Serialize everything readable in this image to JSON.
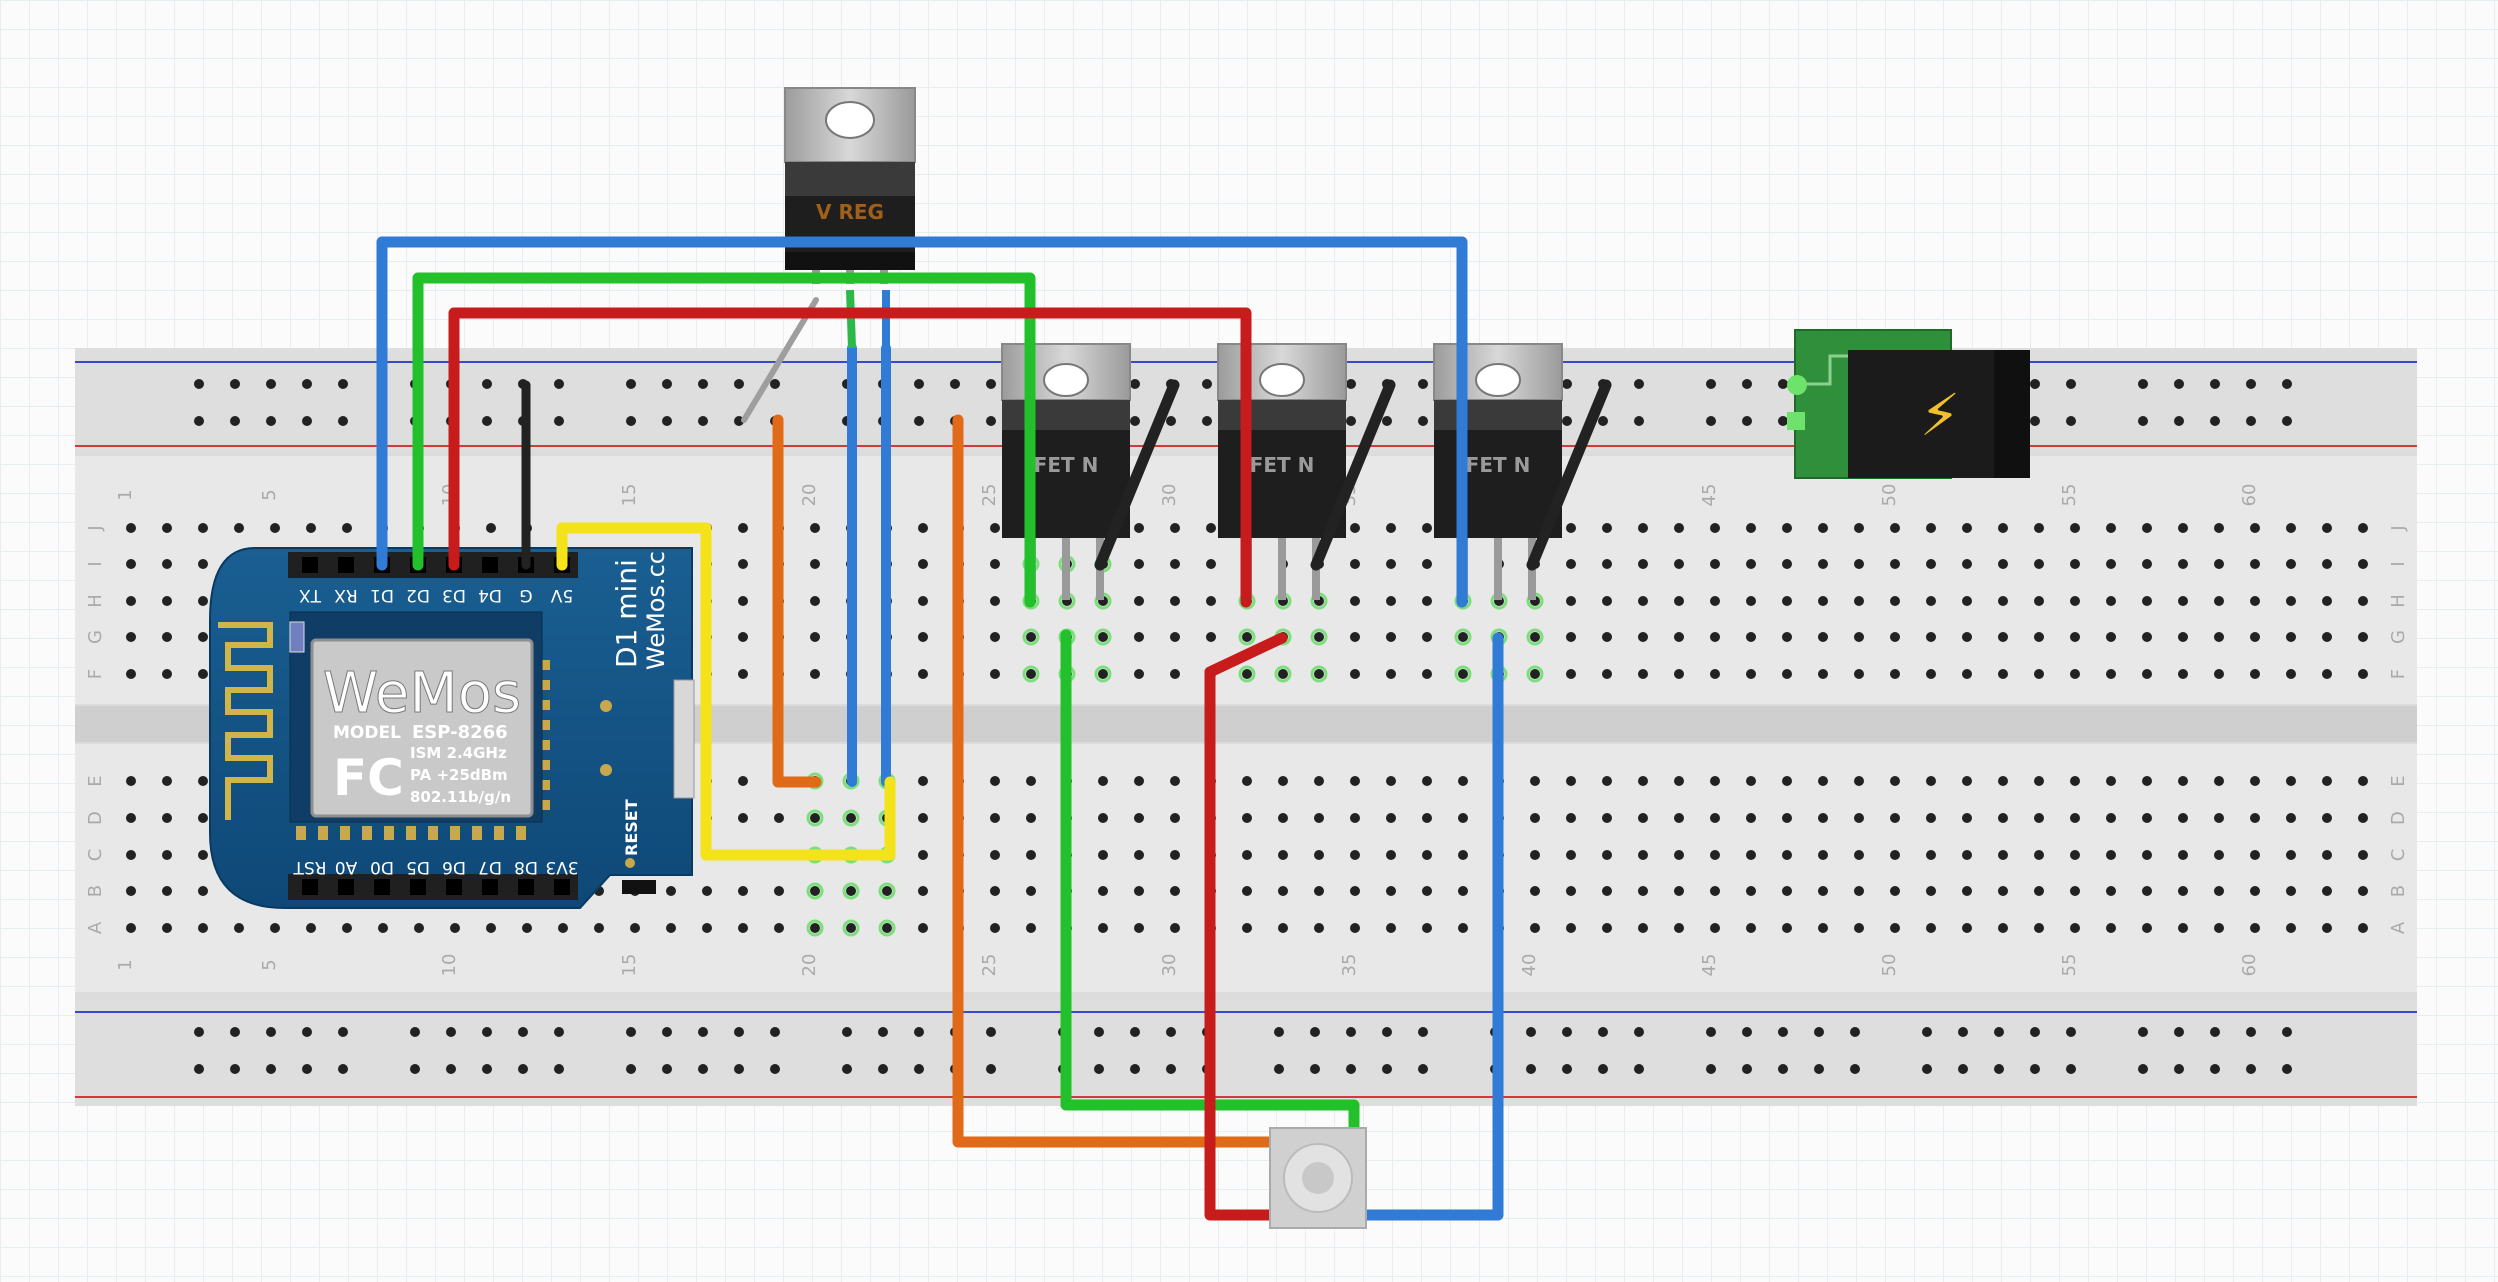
{
  "breadboard": {
    "column_numbers": [
      "1",
      "5",
      "10",
      "15",
      "20",
      "25",
      "30",
      "35",
      "40",
      "45",
      "50",
      "55",
      "60"
    ],
    "row_letters_top": [
      "J",
      "I",
      "H",
      "G",
      "F"
    ],
    "row_letters_bottom": [
      "E",
      "D",
      "C",
      "B",
      "A"
    ]
  },
  "wemos": {
    "brand": "WeMos",
    "model_label": "MODEL",
    "model_value": "ESP-8266",
    "fc_mark": "FC",
    "spec_lines": [
      "ISM 2.4GHz",
      "PA +25dBm",
      "802.11b/g/n"
    ],
    "board_name": "D1 mini",
    "board_site": "WeMos.cc",
    "reset_label": "RESET",
    "top_pin_labels": [
      "TX",
      "RX",
      "D1",
      "D2",
      "D3",
      "D4",
      "G",
      "5V"
    ],
    "bottom_pin_labels": [
      "RST",
      "A0",
      "D0",
      "D5",
      "D6",
      "D7",
      "D8",
      "3V3"
    ]
  },
  "voltage_regulator": {
    "label": "V REG"
  },
  "mosfets": [
    {
      "label": "FET N"
    },
    {
      "label": "FET N"
    },
    {
      "label": "FET N"
    }
  ],
  "dc_jack": {
    "icon": "lightning-icon",
    "symbol": "⚡"
  },
  "rgb_led": {
    "icon": "rgb-led-icon"
  },
  "wire_colors": {
    "blue": "#2f7bd6",
    "green": "#22c12c",
    "red": "#c81b1b",
    "black": "#222222",
    "yellow": "#f4e21b",
    "orange": "#e06a17",
    "gray": "#9e9e9e"
  }
}
